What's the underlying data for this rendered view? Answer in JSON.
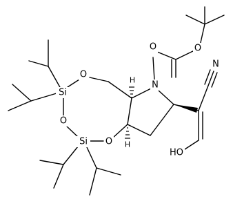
{
  "molecule": {
    "atoms": {
      "o_tbutoxy": "O",
      "o_carbonyl": "O",
      "n_ring": "N",
      "n_nitrile": "N",
      "o_top": "O",
      "o_bridge": "O",
      "o_lower": "O",
      "si_top": "Si",
      "si_bottom": "Si",
      "oh_group": "HO",
      "h_top": "H",
      "h_bottom": "H"
    }
  }
}
